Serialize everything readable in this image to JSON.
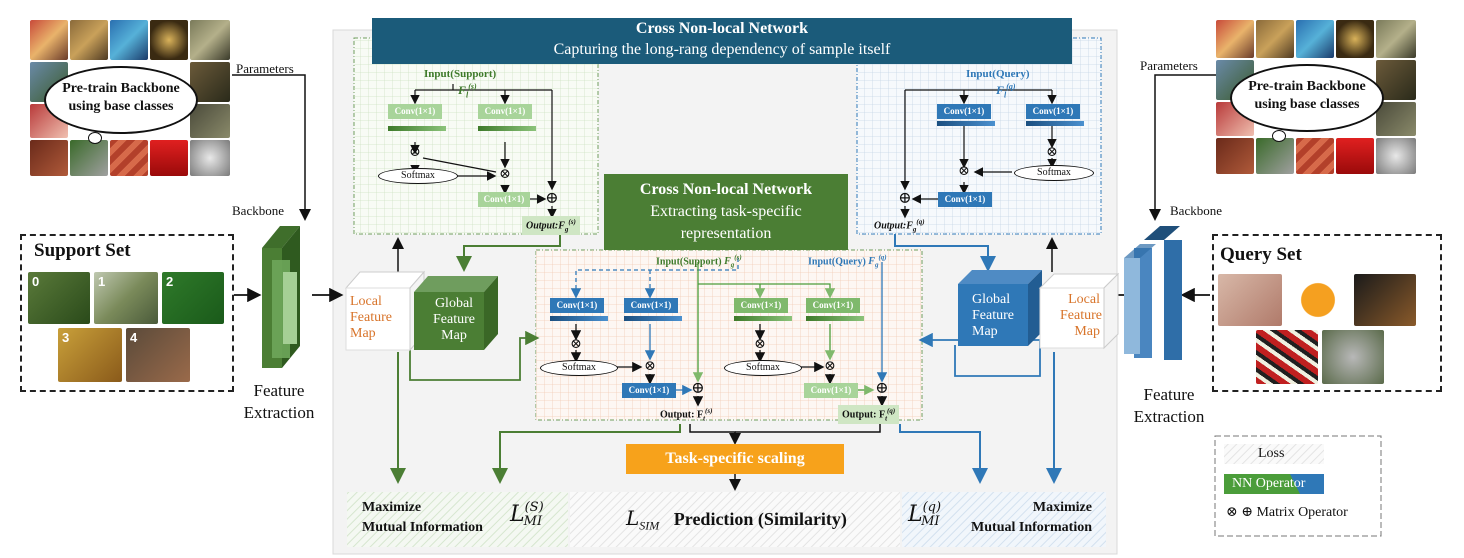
{
  "colors": {
    "header_blue": "#1b5b7a",
    "header_green": "#4b7e34",
    "orange": "#f7a21b",
    "support_green": "#8bc37a",
    "query_blue": "#2f78b7",
    "local_orange": "#d8742a"
  },
  "top_header": {
    "title": "Cross Non-local Network",
    "subtitle": "Capturing the long-rang dependency of sample itself"
  },
  "mid_header": {
    "title": "Cross Non-local Network",
    "line1": "Extracting task-specific",
    "line2": "representation"
  },
  "left": {
    "parameters": "Parameters",
    "cloud_line1": "Pre-train Backbone",
    "cloud_line2": "using base classes",
    "backbone": "Backbone",
    "set_title": "Support Set",
    "set_numbers": [
      "0",
      "1",
      "2",
      "3",
      "4"
    ],
    "feature_line1": "Feature",
    "feature_line2": "Extraction"
  },
  "right": {
    "parameters": "Parameters",
    "cloud_line1": "Pre-train Backbone",
    "cloud_line2": "using base classes",
    "backbone": "Backbone",
    "set_title": "Query Set",
    "feature_line1": "Feature",
    "feature_line2": "Extraction"
  },
  "cubes": {
    "local_line1": "Local",
    "local_line2": "Feature",
    "local_line3": "Map",
    "global_line1": "Global",
    "global_line2": "Feature",
    "global_line3": "Map"
  },
  "support_block": {
    "input": "Input(Support)",
    "feature": "F",
    "feature_sub": "l",
    "feature_sup": "(s)",
    "conv": "Conv(1×1)",
    "softmax": "Softmax",
    "output": "Output:F",
    "output_sub": "g",
    "output_sup": "(s)"
  },
  "query_block": {
    "input": "Input(Query)",
    "feature": "F",
    "feature_sub": "l",
    "feature_sup": "(q)",
    "conv": "Conv(1×1)",
    "softmax": "Softmax",
    "output": "Output:F",
    "output_sub": "g",
    "output_sup": "(q)"
  },
  "task_block": {
    "input_support": "Input(Support)",
    "input_support_f": "F",
    "input_support_sub": "g",
    "input_support_sup": "(s)",
    "input_query": "Input(Query)",
    "input_query_f": "F",
    "input_query_sub": "g",
    "input_query_sup": "(q)",
    "conv": "Conv(1×1)",
    "softmax": "Softmax",
    "output_s": "Output: F",
    "output_s_sub": "t",
    "output_s_sup": "(s)",
    "output_q": "Output: F",
    "output_q_sub": "t",
    "output_q_sup": "(q)"
  },
  "scaling": "Task-specific scaling",
  "bottom": {
    "left_line1": "Maximize",
    "left_line2": "Mutual Information",
    "left_loss": "L",
    "left_loss_sub": "MI",
    "left_loss_sup": "(S)",
    "center_loss": "L",
    "center_loss_sub": "SIM",
    "center_text": "Prediction (Similarity)",
    "right_line1": "Maximize",
    "right_line2": "Mutual Information",
    "right_loss": "L",
    "right_loss_sub": "MI",
    "right_loss_sup": "(q)"
  },
  "legend": {
    "loss": "Loss",
    "nn": "NN Operator",
    "matrix": "⊗ ⊕ Matrix Operator"
  }
}
